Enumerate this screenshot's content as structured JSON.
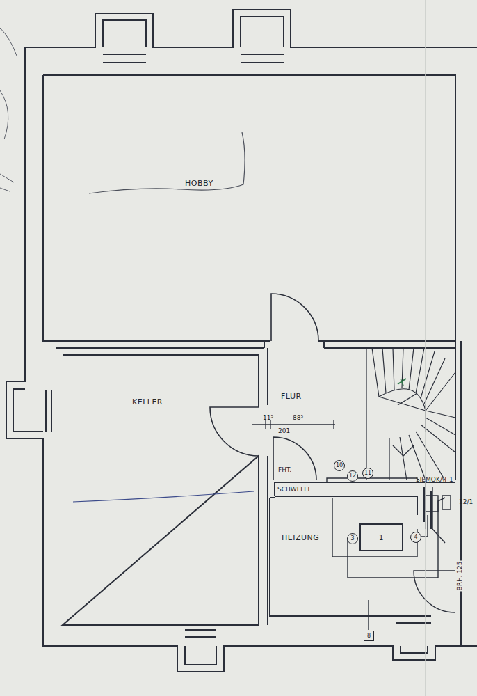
{
  "diagram": {
    "nodes": [
      {
        "text": [
          "HOBBY"
        ]
      },
      {
        "text": [
          "KELLER"
        ]
      },
      {
        "text": [
          "FLUR"
        ]
      },
      {
        "text": [
          "HEIZUNG"
        ]
      },
      {
        "text": [
          "1"
        ],
        "in": 3
      }
    ],
    "labels": [
      "11⁵",
      "88⁵",
      "201",
      "FHT.",
      "SCHWELLE",
      "10",
      "12",
      "11",
      "SIEMOKAT-1",
      "12/1",
      "3",
      "4",
      "BRH. 125",
      "8"
    ]
  }
}
